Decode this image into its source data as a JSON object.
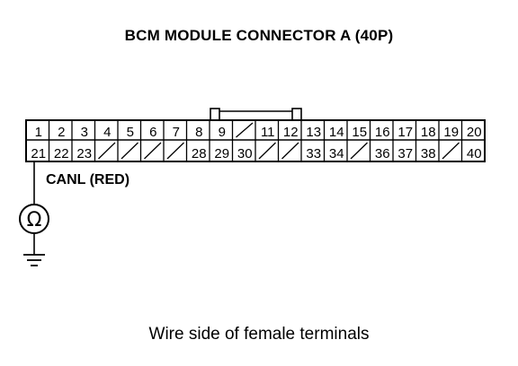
{
  "title": "BCM MODULE CONNECTOR A (40P)",
  "caption": "Wire side of female terminals",
  "wire_label": "CANL (RED)",
  "meter_symbol": "Ω",
  "connector": {
    "top_row": [
      "1",
      "2",
      "3",
      "4",
      "5",
      "6",
      "7",
      "8",
      "9",
      "",
      "11",
      "12",
      "13",
      "14",
      "15",
      "16",
      "17",
      "18",
      "19",
      "20"
    ],
    "bottom_row": [
      "21",
      "22",
      "23",
      "",
      "",
      "",
      "",
      "28",
      "29",
      "30",
      "",
      "",
      "33",
      "34",
      "",
      "36",
      "37",
      "38",
      "",
      "40"
    ]
  },
  "probe_pin": "21",
  "icons": [
    "ohmmeter-icon",
    "ground-icon"
  ]
}
